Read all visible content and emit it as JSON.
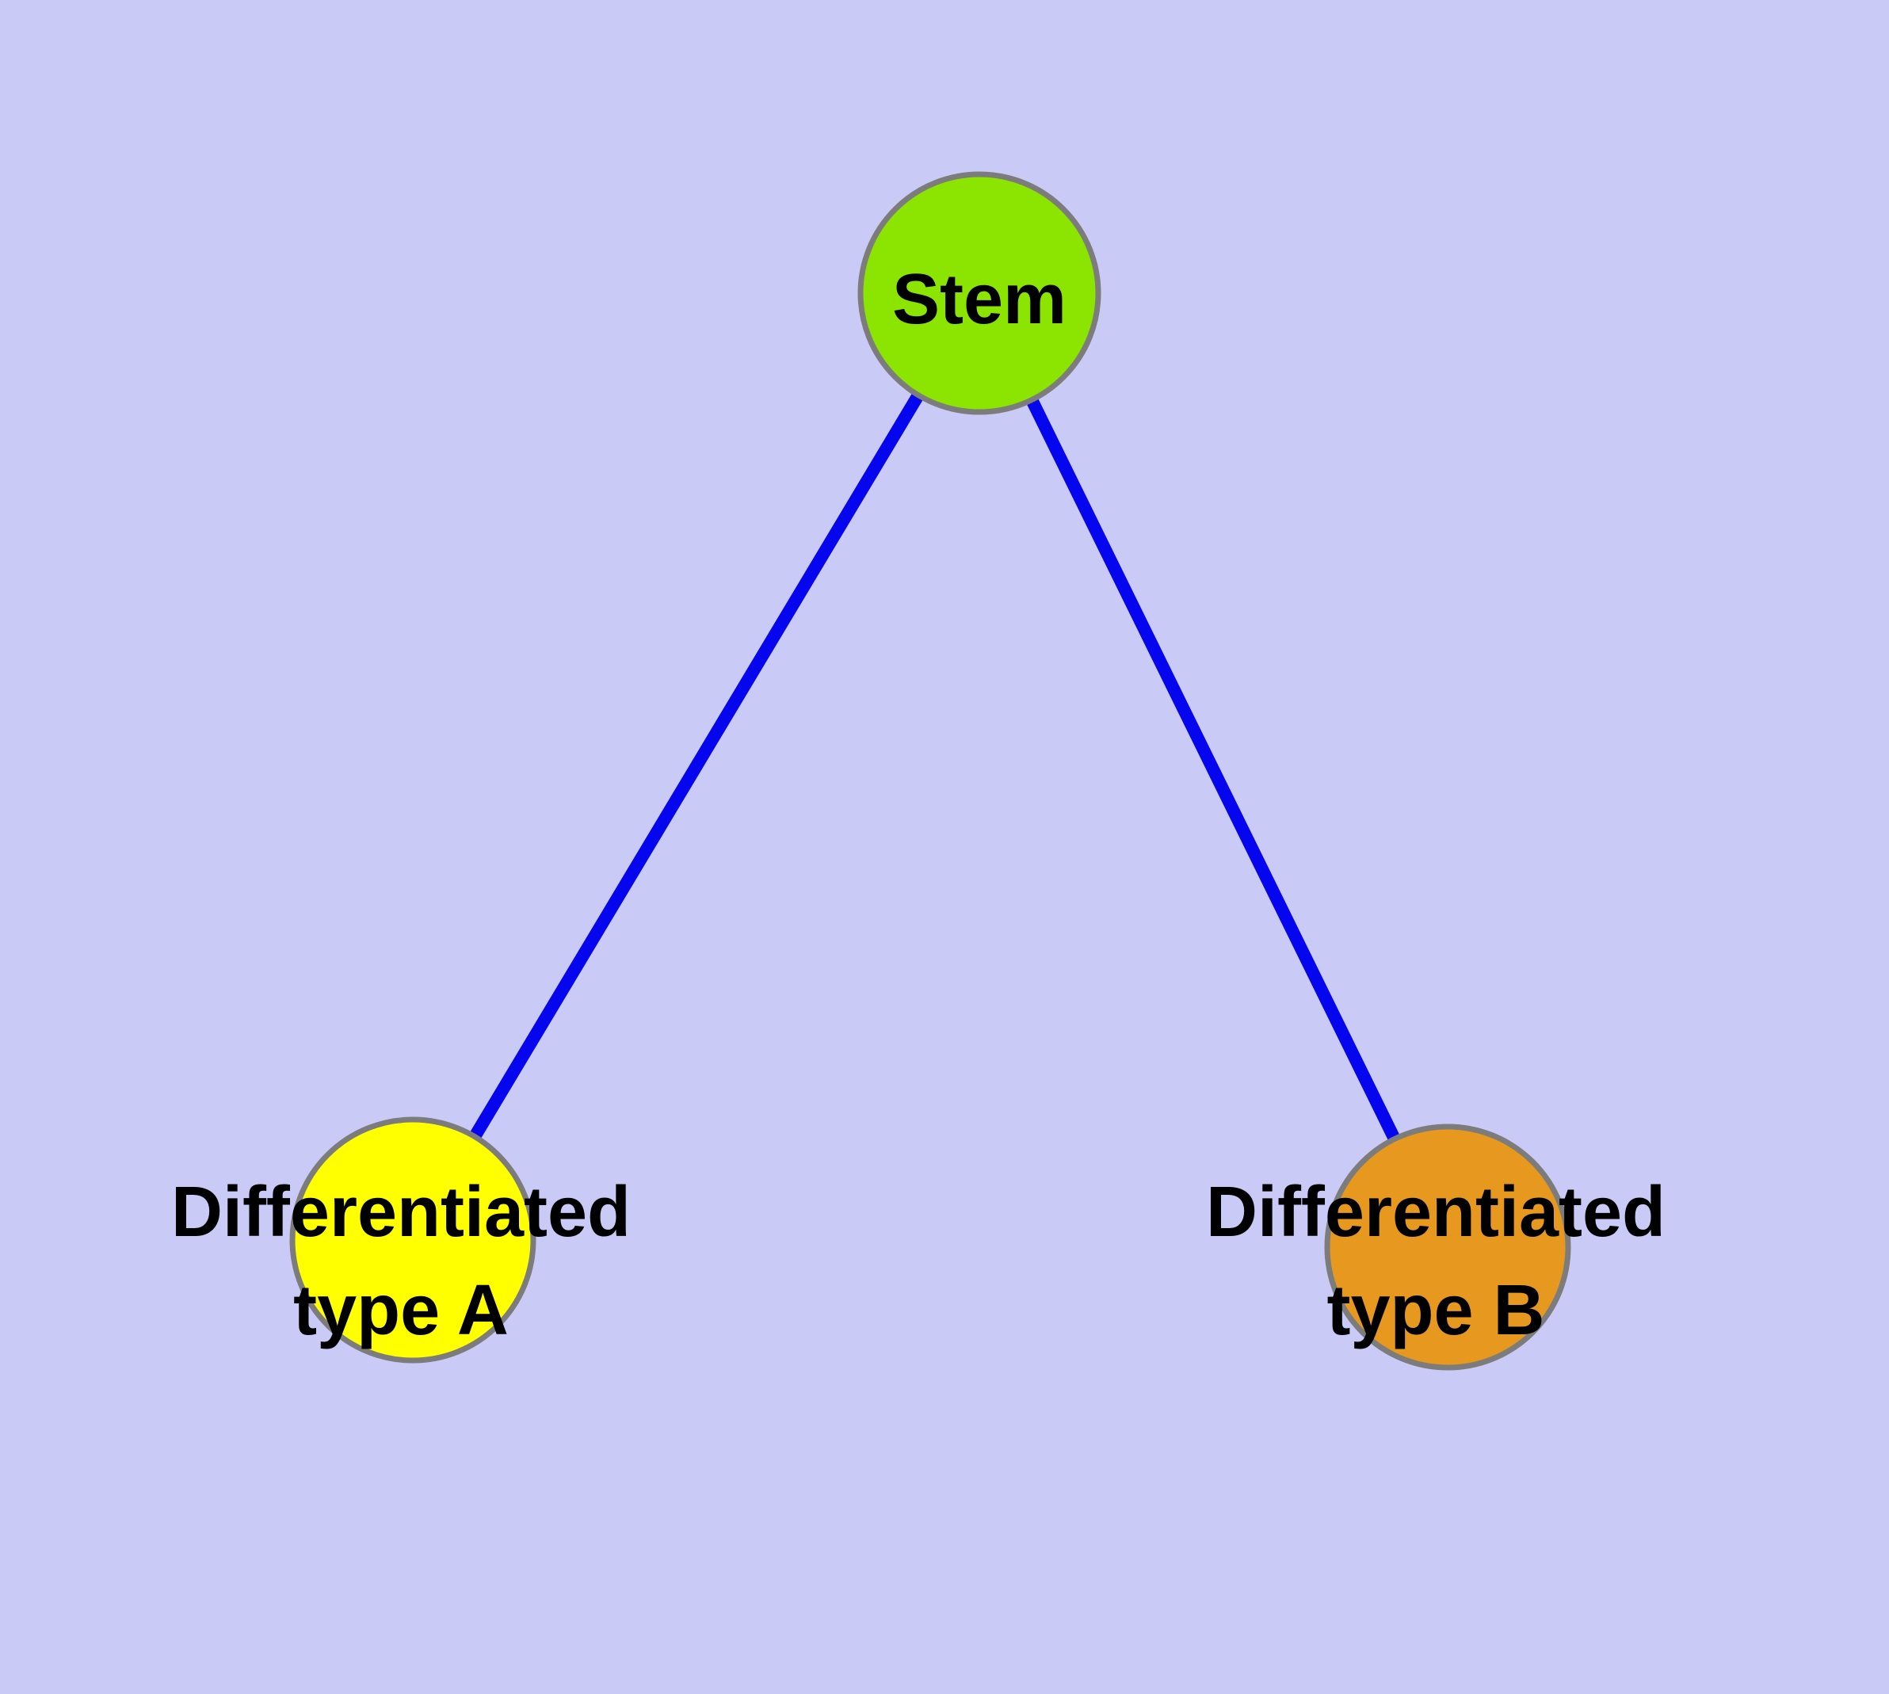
{
  "canvas": {
    "background_color": "#cacaf6"
  },
  "nodes": [
    {
      "id": "stem",
      "label_lines": [
        "Stem"
      ],
      "fill_color": "#8be500",
      "border_color": "#7c7c7c"
    },
    {
      "id": "differentiated-type-a",
      "label_lines": [
        "Differentiated",
        "type A"
      ],
      "fill_color": "#ffff00",
      "border_color": "#7c7c7c"
    },
    {
      "id": "differentiated-type-b",
      "label_lines": [
        "Differentiated",
        "type B"
      ],
      "fill_color": "#e6981f",
      "border_color": "#7c7c7c"
    }
  ],
  "edges": [
    {
      "from": "stem",
      "to": "differentiated-type-a",
      "color": "#0505ee"
    },
    {
      "from": "stem",
      "to": "differentiated-type-b",
      "color": "#0505ee"
    }
  ]
}
